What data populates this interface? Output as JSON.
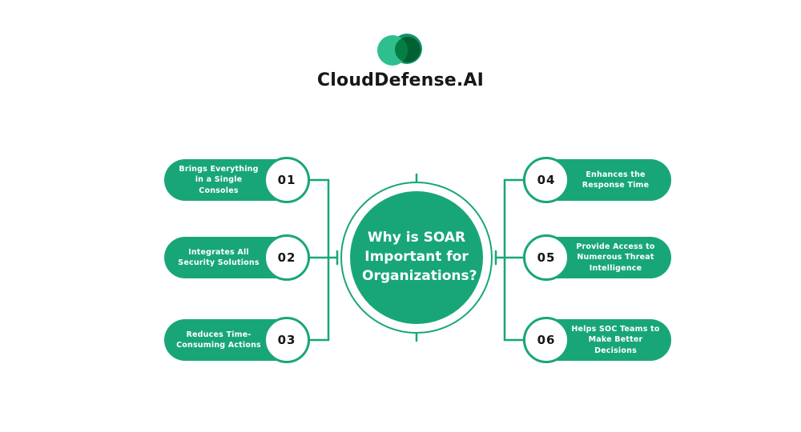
{
  "brand": {
    "name": "CloudDefense.AI"
  },
  "colors": {
    "green": "#18a678",
    "green_light": "#2fbf8e",
    "green_dark": "#12936b",
    "text_dark": "#15171b",
    "white": "#ffffff"
  },
  "center": {
    "title": "Why is SOAR Important for Organizations?"
  },
  "items": [
    {
      "num": "01",
      "label": "Brings Everything in a Single Consoles"
    },
    {
      "num": "02",
      "label": "Integrates All Security Solutions"
    },
    {
      "num": "03",
      "label": "Reduces Time-Consuming Actions"
    },
    {
      "num": "04",
      "label": "Enhances the Response Time"
    },
    {
      "num": "05",
      "label": "Provide Access to Numerous Threat Intelligence"
    },
    {
      "num": "06",
      "label": "Helps SOC Teams to Make Better Decisions"
    }
  ]
}
